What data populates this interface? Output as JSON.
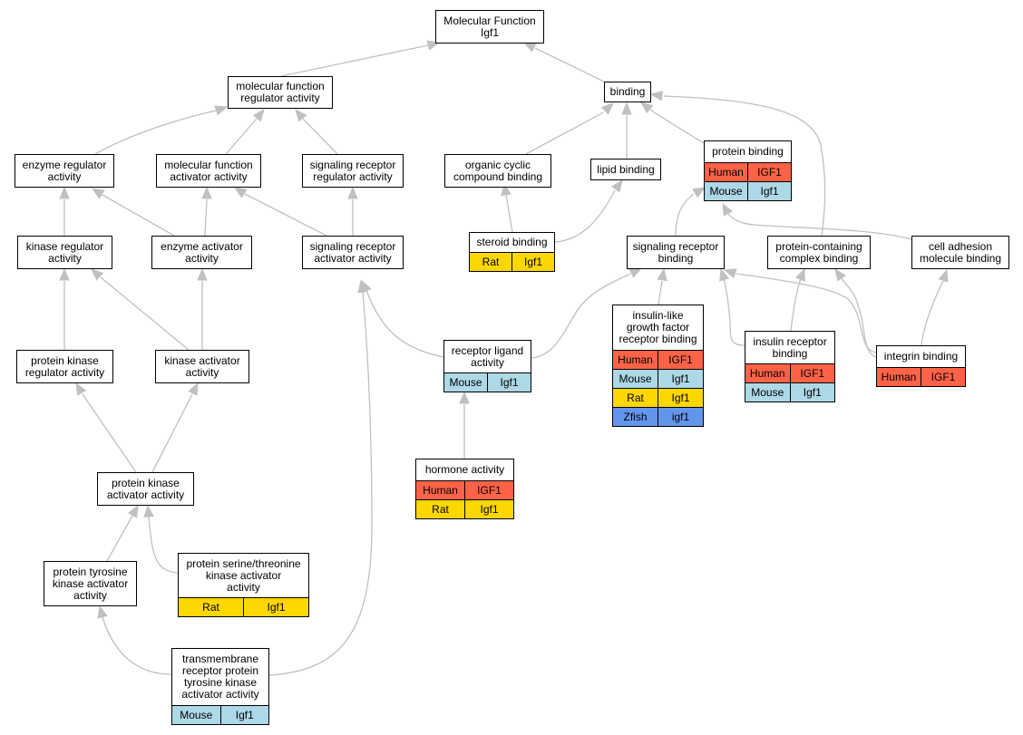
{
  "colors": {
    "Human": "#ff6347",
    "Mouse": "#add8e6",
    "Rat": "#ffd700",
    "Zfish": "#6495ed",
    "edge": "#c0c0c0"
  },
  "nodes": {
    "mf": {
      "lines": [
        "Molecular Function",
        "Igf1"
      ],
      "rows": []
    },
    "mfra": {
      "lines": [
        "molecular function",
        "regulator activity"
      ],
      "rows": []
    },
    "bind": {
      "lines": [
        "binding"
      ],
      "rows": []
    },
    "era": {
      "lines": [
        "enzyme regulator",
        "activity"
      ],
      "rows": []
    },
    "mfaa": {
      "lines": [
        "molecular function",
        "activator activity"
      ],
      "rows": []
    },
    "srra": {
      "lines": [
        "signaling receptor",
        "regulator activity"
      ],
      "rows": []
    },
    "occb": {
      "lines": [
        "organic cyclic",
        "compound binding"
      ],
      "rows": []
    },
    "lipb": {
      "lines": [
        "lipid binding"
      ],
      "rows": []
    },
    "prob": {
      "lines": [
        "protein binding"
      ],
      "rows": [
        [
          "Human",
          "IGF1"
        ],
        [
          "Mouse",
          "Igf1"
        ]
      ]
    },
    "kra": {
      "lines": [
        "kinase regulator",
        "activity"
      ],
      "rows": []
    },
    "eaa": {
      "lines": [
        "enzyme activator",
        "activity"
      ],
      "rows": []
    },
    "sraa": {
      "lines": [
        "signaling receptor",
        "activator activity"
      ],
      "rows": []
    },
    "steb": {
      "lines": [
        "steroid binding"
      ],
      "rows": [
        [
          "Rat",
          "Igf1"
        ]
      ]
    },
    "srb": {
      "lines": [
        "signaling receptor",
        "binding"
      ],
      "rows": []
    },
    "pccb": {
      "lines": [
        "protein-containing",
        "complex binding"
      ],
      "rows": []
    },
    "camb": {
      "lines": [
        "cell adhesion",
        "molecule binding"
      ],
      "rows": []
    },
    "pkra": {
      "lines": [
        "protein kinase",
        "regulator activity"
      ],
      "rows": []
    },
    "kaa": {
      "lines": [
        "kinase activator",
        "activity"
      ],
      "rows": []
    },
    "rla": {
      "lines": [
        "receptor ligand",
        "activity"
      ],
      "rows": [
        [
          "Mouse",
          "Igf1"
        ]
      ]
    },
    "igfrb": {
      "lines": [
        "insulin-like",
        "growth factor",
        "receptor binding"
      ],
      "rows": [
        [
          "Human",
          "IGF1"
        ],
        [
          "Mouse",
          "Igf1"
        ],
        [
          "Rat",
          "Igf1"
        ],
        [
          "Zfish",
          "igf1"
        ]
      ]
    },
    "irb": {
      "lines": [
        "insulin receptor",
        "binding"
      ],
      "rows": [
        [
          "Human",
          "IGF1"
        ],
        [
          "Mouse",
          "Igf1"
        ]
      ]
    },
    "intb": {
      "lines": [
        "integrin binding"
      ],
      "rows": [
        [
          "Human",
          "IGF1"
        ]
      ]
    },
    "pkaa": {
      "lines": [
        "protein kinase",
        "activator activity"
      ],
      "rows": []
    },
    "hora": {
      "lines": [
        "hormone activity"
      ],
      "rows": [
        [
          "Human",
          "IGF1"
        ],
        [
          "Rat",
          "Igf1"
        ]
      ]
    },
    "ptka": {
      "lines": [
        "protein tyrosine",
        "kinase activator",
        "activity"
      ],
      "rows": []
    },
    "pstka": {
      "lines": [
        "protein serine/threonine",
        "kinase activator",
        "activity"
      ],
      "rows": [
        [
          "Rat",
          "Igf1"
        ]
      ]
    },
    "trptk": {
      "lines": [
        "transmembrane",
        "receptor protein",
        "tyrosine kinase",
        "activator activity"
      ],
      "rows": [
        [
          "Mouse",
          "Igf1"
        ]
      ]
    }
  }
}
